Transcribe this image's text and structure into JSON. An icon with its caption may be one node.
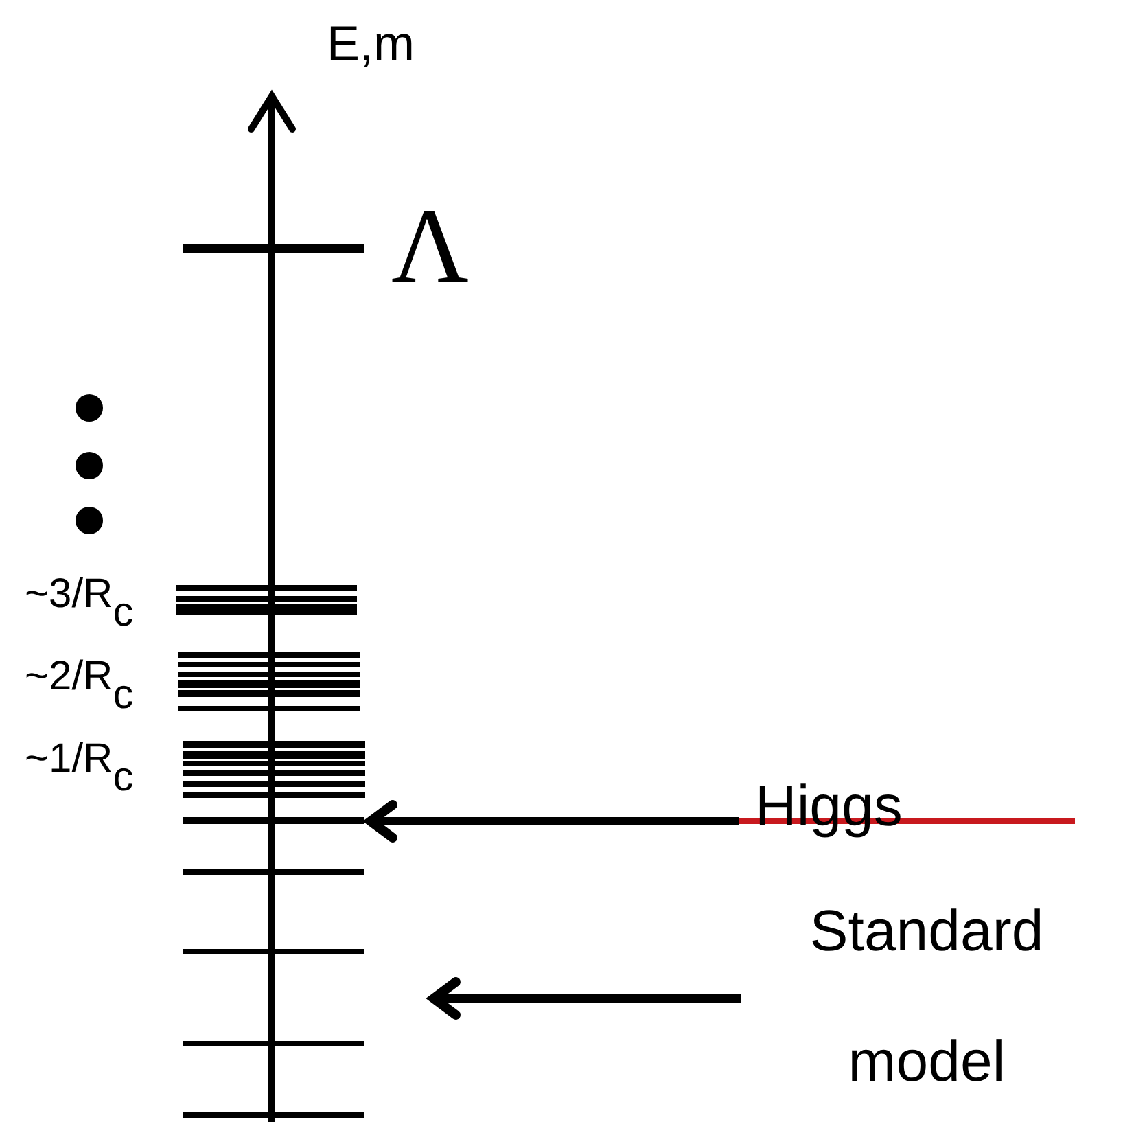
{
  "diagram": {
    "nodes": [
      {
        "text": [
          "Higgs"
        ]
      },
      {
        "text": [],
        "shape": "bar"
      },
      {
        "text": [
          "Standard model"
        ]
      }
    ],
    "edges": [
      {
        "from": 0,
        "to": 1,
        "arrow": "to"
      },
      {
        "from": 2,
        "to": null,
        "arrow": "to"
      }
    ],
    "labels": [
      "E,m",
      "Λ",
      "~3/R$_{c}$",
      "~2/R$_{c}$",
      "~1/R$_{c}$"
    ]
  }
}
